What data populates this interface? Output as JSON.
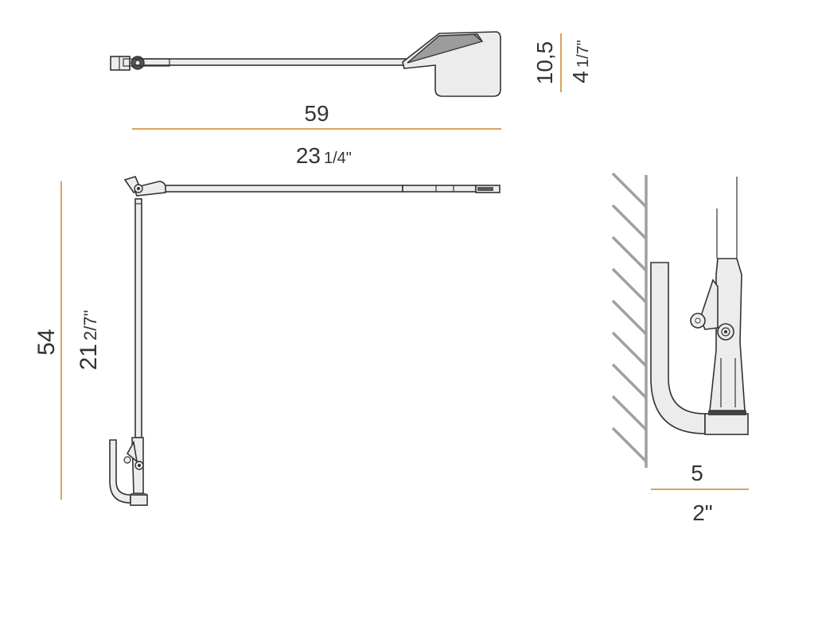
{
  "colors": {
    "dimension_line": "#d9a35c",
    "outline": "#333333",
    "part_fill": "#ececec",
    "wall_hatch": "#a0a0a0"
  },
  "dimensions": {
    "top_length_cm": "59",
    "top_length_in_whole": "23",
    "top_length_in_frac": "1/4\"",
    "head_height_cm": "10,5",
    "head_height_in_whole": "4",
    "head_height_in_frac": "1/7\"",
    "total_height_cm": "54",
    "total_height_in_whole": "21",
    "total_height_in_frac": "2/7\"",
    "bracket_depth_cm": "5",
    "bracket_depth_in": "2\""
  }
}
